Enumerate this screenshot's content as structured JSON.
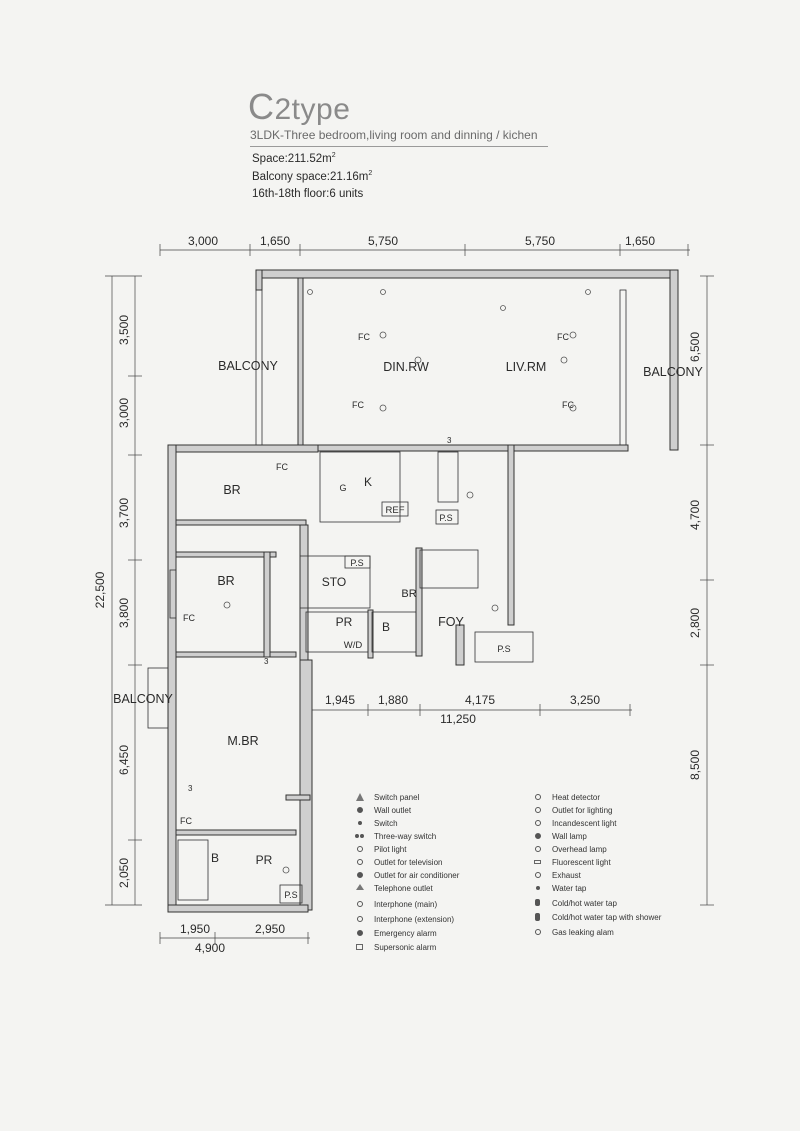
{
  "header": {
    "title_prefix": "C",
    "title_suffix": "2type",
    "subtitle": "3LDK-Three bedroom,living room and dinning / kichen",
    "space_label": "Space:211.52m",
    "space_exp": "2",
    "balcony_label": "Balcony space:21.16m",
    "balcony_exp": "2",
    "floors": "16th-18th floor:6 units"
  },
  "dimensions": {
    "top": [
      "3,000",
      "1,650",
      "5,750",
      "5,750",
      "1,650"
    ],
    "left_total": "22,500",
    "left": [
      "3,500",
      "3,000",
      "3,700",
      "3,800",
      "6,450",
      "2,050"
    ],
    "right": [
      "6,500",
      "4,700",
      "2,800",
      "8,500"
    ],
    "middle": [
      "1,945",
      "1,880",
      "4,175",
      "3,250"
    ],
    "middle_total": "11,250",
    "bottom": [
      "1,950",
      "2,950"
    ],
    "bottom_total": "4,900"
  },
  "rooms": {
    "balcony_left": "BALCONY",
    "balcony_right": "BALCONY",
    "balcony_mid": "BALCONY",
    "din": "DIN.RW",
    "liv": "LIV.RM",
    "fc": "FC",
    "br": "BR",
    "k": "K",
    "g": "G",
    "ref": "REF",
    "ps": "P.S",
    "sto": "STO",
    "pr": "PR",
    "b": "B",
    "wd": "W/D",
    "foy": "FOY",
    "mbr": "M.BR",
    "mark3": "3"
  },
  "legend_left": [
    {
      "icon": "switch-panel-icon",
      "label": "Switch panel"
    },
    {
      "icon": "wall-outlet-icon",
      "label": "Wall outlet"
    },
    {
      "icon": "switch-icon",
      "label": "Switch"
    },
    {
      "icon": "three-way-switch-icon",
      "label": "Three-way switch"
    },
    {
      "icon": "pilot-light-icon",
      "label": "Pilot light"
    },
    {
      "icon": "tv-outlet-icon",
      "label": "Outlet for television"
    },
    {
      "icon": "ac-outlet-icon",
      "label": "Outlet for air conditioner"
    },
    {
      "icon": "telephone-outlet-icon",
      "label": "Telephone outlet"
    },
    {
      "icon": "interphone-main-icon",
      "label": "Interphone (main)"
    },
    {
      "icon": "interphone-extension-icon",
      "label": "Interphone (extension)"
    },
    {
      "icon": "emergency-alarm-icon",
      "label": "Emergency alarm"
    },
    {
      "icon": "supersonic-alarm-icon",
      "label": "Supersonic alarm"
    }
  ],
  "legend_right": [
    {
      "icon": "heat-detector-icon",
      "label": "Heat detector"
    },
    {
      "icon": "lighting-outlet-icon",
      "label": "Outlet for lighting"
    },
    {
      "icon": "incandescent-light-icon",
      "label": "Incandescent light"
    },
    {
      "icon": "wall-lamp-icon",
      "label": "Wall lamp"
    },
    {
      "icon": "overhead-lamp-icon",
      "label": "Overhead lamp"
    },
    {
      "icon": "fluorescent-light-icon",
      "label": "Fluorescent light"
    },
    {
      "icon": "exhaust-icon",
      "label": "Exhaust"
    },
    {
      "icon": "water-tap-icon",
      "label": "Water tap"
    },
    {
      "icon": "hot-cold-tap-icon",
      "label": "Cold/hot water tap"
    },
    {
      "icon": "shower-tap-icon",
      "label": "Cold/hot water tap with shower"
    },
    {
      "icon": "gas-alarm-icon",
      "label": "Gas leaking alam"
    }
  ]
}
